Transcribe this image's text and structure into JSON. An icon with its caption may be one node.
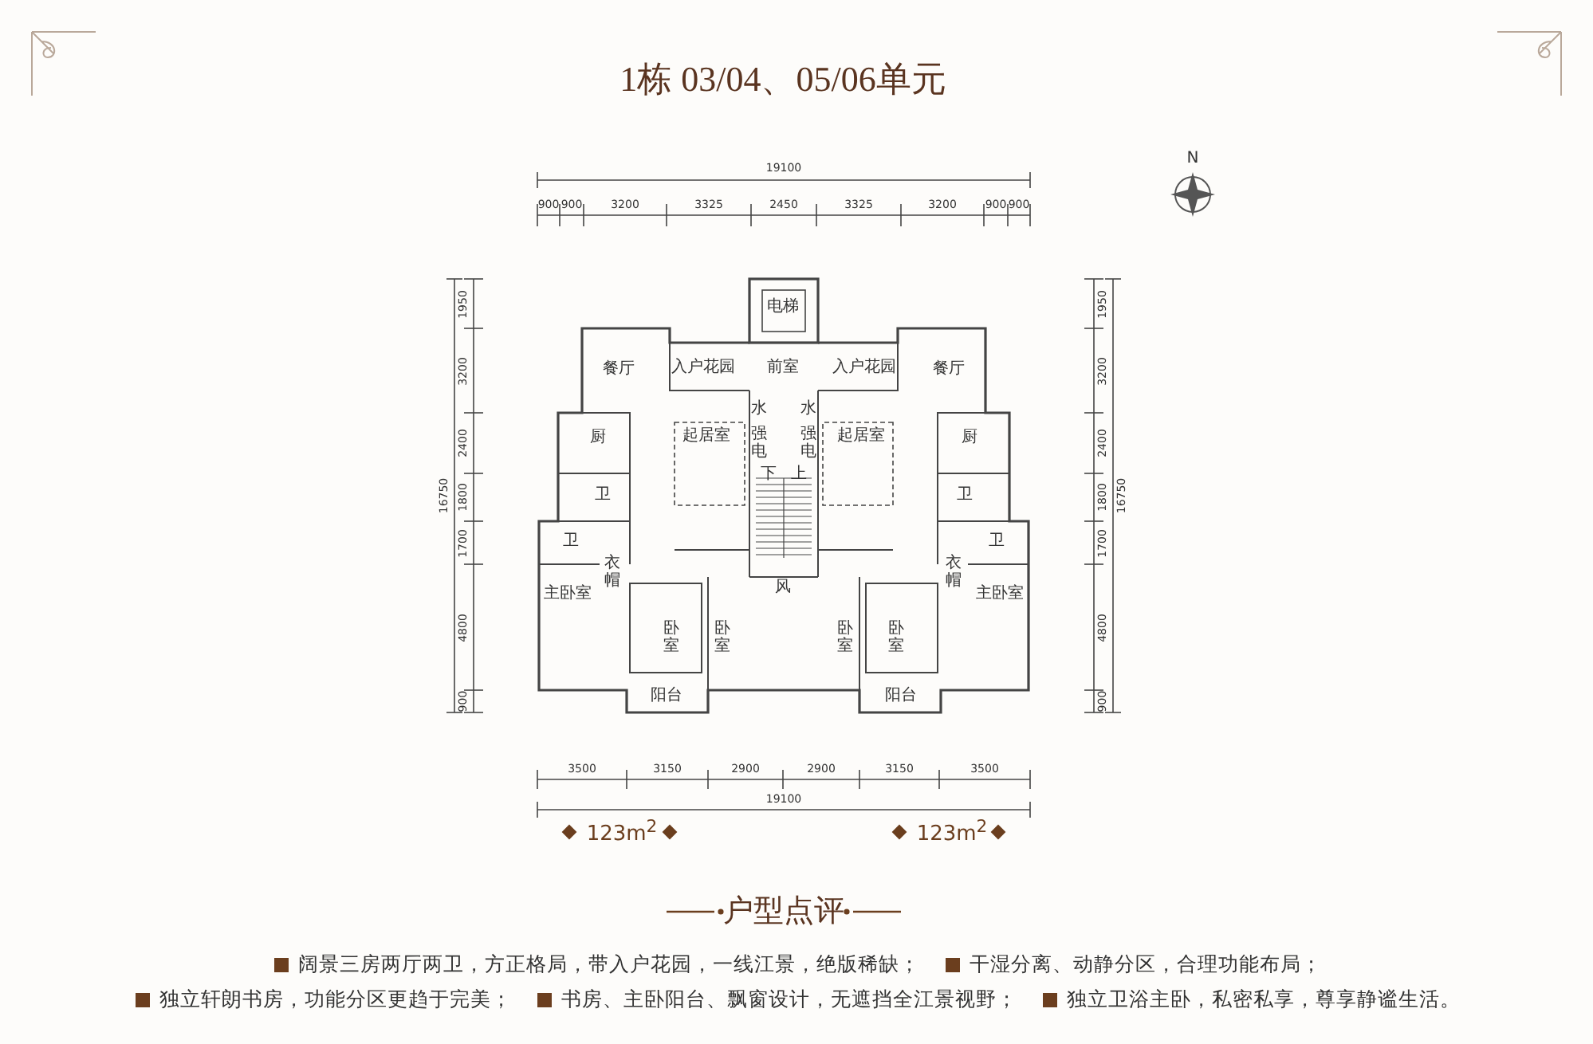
{
  "diagram": {
    "title": "1栋 03/04、05/06单元",
    "nodes": [
      {
        "text": [
          "电梯"
        ]
      },
      {
        "text": [
          "入户花园"
        ]
      },
      {
        "text": [
          "前室"
        ]
      },
      {
        "text": [
          "入户花园"
        ]
      },
      {
        "text": [
          "餐厅"
        ]
      },
      {
        "text": [
          "餐厅"
        ]
      },
      {
        "text": [
          "水"
        ]
      },
      {
        "text": [
          "水"
        ]
      },
      {
        "text": [
          "厨"
        ]
      },
      {
        "text": [
          "起居室"
        ]
      },
      {
        "text": [
          "强电"
        ]
      },
      {
        "text": [
          "强电"
        ]
      },
      {
        "text": [
          "起居室"
        ]
      },
      {
        "text": [
          "厨"
        ]
      },
      {
        "text": [
          "下"
        ]
      },
      {
        "text": [
          "上"
        ]
      },
      {
        "text": [
          "卫"
        ]
      },
      {
        "text": [
          "卫"
        ]
      },
      {
        "text": [
          "卫"
        ]
      },
      {
        "text": [
          "卫"
        ]
      },
      {
        "text": [
          "衣帽"
        ]
      },
      {
        "text": [
          "风"
        ]
      },
      {
        "text": [
          "衣帽"
        ]
      },
      {
        "text": [
          "主卧室"
        ]
      },
      {
        "text": [
          "主卧室"
        ]
      },
      {
        "text": [
          "卧室"
        ]
      },
      {
        "text": [
          "卧室"
        ]
      },
      {
        "text": [
          "卧室"
        ]
      },
      {
        "text": [
          "卧室"
        ]
      },
      {
        "text": [
          "阳台"
        ]
      },
      {
        "text": [
          "阳台"
        ]
      }
    ],
    "labels": [
      "N",
      "19100",
      "900",
      "900",
      "3200",
      "3325",
      "2450",
      "3325",
      "3200",
      "900",
      "900",
      "16750",
      "1950",
      "3200",
      "2400",
      "1800",
      "1700",
      "4800",
      "900",
      "16750",
      "1950",
      "3200",
      "2400",
      "1800",
      "1700",
      "4800",
      "900",
      "3500",
      "3150",
      "2900",
      "2900",
      "3150",
      "3500",
      "19100",
      "123m$^{2}$",
      "123m$^{2}$",
      "户型点评",
      "阔景三房两厅两卫，方正格局，带入户花园，一线江景，绝版稀缺；",
      "干湿分离、动静分区，合理功能布局；",
      "独立轩朗书房，功能分区更趋于完美；",
      "书房、主卧阳台、飘窗设计，无遮挡全江景视野；",
      "独立卫浴主卧，私密私享，尊享静谧生活。"
    ]
  }
}
